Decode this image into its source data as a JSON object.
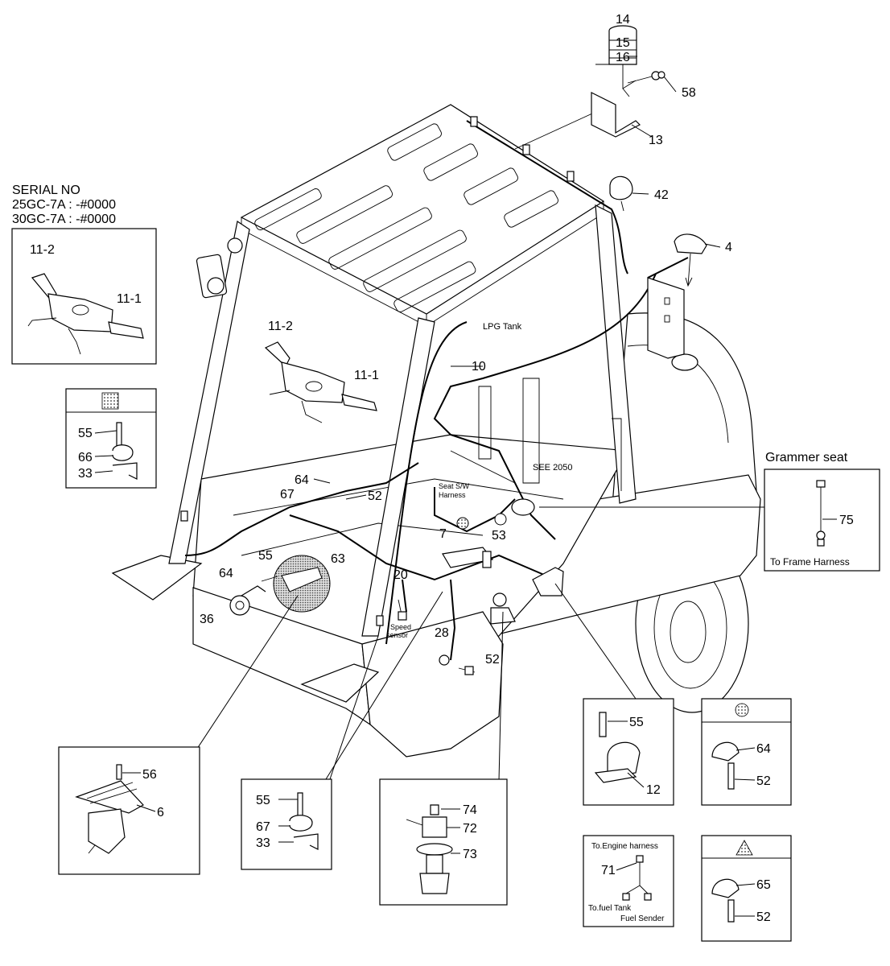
{
  "serial": {
    "title": "SERIAL NO",
    "line1": "25GC-7A : -#0000",
    "line2": "30GC-7A : -#0000"
  },
  "texts": {
    "lpg_tank": "LPG Tank",
    "see_2050": "SEE 2050",
    "seat_sw_1": "Seat S/W",
    "seat_sw_2": "Harness",
    "speed_1": "Speed",
    "speed_2": "sensor"
  },
  "grammer": {
    "title": "Grammer seat",
    "part": "75",
    "to_frame": "To Frame Harness"
  },
  "fuel_box": {
    "engine": "To.Engine harness",
    "part": "71",
    "tank": "To.fuel Tank",
    "sender": "Fuel Sender"
  },
  "callouts": {
    "c14": "14",
    "c15": "15",
    "c16": "16",
    "c58": "58",
    "c13": "13",
    "c42": "42",
    "c4": "4",
    "c11_2_box": "11-2",
    "c11_1_box": "11-1",
    "c11_2": "11-2",
    "c11_1": "11-1",
    "c10": "10",
    "c55_a": "55",
    "c66": "66",
    "c33_a": "33",
    "c64_a": "64",
    "c52_a": "52",
    "c67_a": "67",
    "c63": "63",
    "c7": "7",
    "c53": "53",
    "c55_b": "55",
    "c64_b": "64",
    "c36": "36",
    "c20": "20",
    "c28": "28",
    "c52_b": "52",
    "c56": "56",
    "c6": "6",
    "c55_c": "55",
    "c67_b": "67",
    "c33_b": "33",
    "c74": "74",
    "c72": "72",
    "c73": "73",
    "c55_d": "55",
    "c12": "12",
    "c64_c": "64",
    "c52_c": "52",
    "c65": "65",
    "c52_d": "52"
  },
  "symbols": {
    "dotted_square": "dotted-square-symbol",
    "dotted_circle": "dotted-circle-symbol",
    "dotted_triangle": "dotted-triangle-symbol"
  }
}
